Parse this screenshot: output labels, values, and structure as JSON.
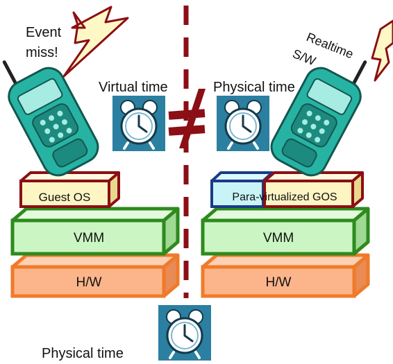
{
  "left_side": {
    "event_label_1": "Event",
    "event_label_2": "miss!",
    "virtual_time_label": "Virtual time",
    "guest_os_label": "Guest OS",
    "vmm_label": "VMM",
    "hw_label": "H/W"
  },
  "right_side": {
    "realtime_label_1": "Realtime",
    "realtime_label_2": "S/W",
    "physical_time_label": "Physical time",
    "pv_gos_label": "Para-virtualized GOS",
    "vmm_label": "VMM",
    "hw_label": "H/W"
  },
  "bottom": {
    "physical_time_label": "Physical time"
  },
  "colors": {
    "divider": "#8b0f14",
    "vmm_fill": "#ccf5c4",
    "vmm_stroke": "#2e8a1e",
    "hw_fill": "#fcb58a",
    "hw_stroke": "#f07a2a",
    "gos_fill": "#fdf5c4",
    "gos_stroke": "#8b0f14",
    "pv_fill": "#c9f4f7",
    "pv_stroke": "#1a3a8a",
    "clock_bg": "#2b7fa0",
    "phone_body": "#27b3a4",
    "lightning_fill": "#fdf8c6",
    "lightning_stroke": "#8b0f14"
  },
  "icons": [
    "alarm-clock-icon",
    "mobile-phone-icon",
    "lightning-icon",
    "not-equal-icon"
  ]
}
